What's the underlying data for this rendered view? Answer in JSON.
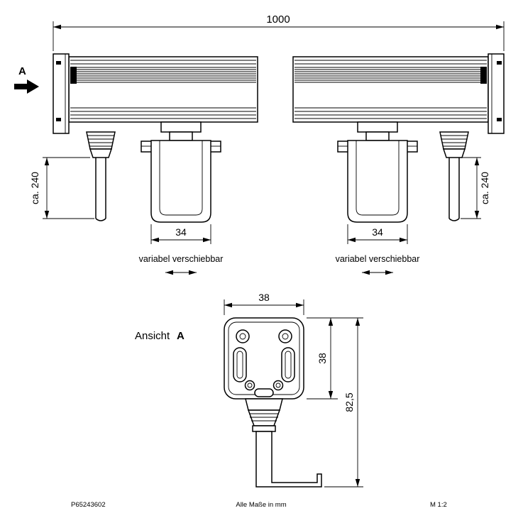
{
  "top_view": {
    "view_arrow_label": "A",
    "dim_overall_length": "1000",
    "dim_cable_left": "ca. 240",
    "dim_cable_right": "ca. 240",
    "dim_bracket_width_left": "34",
    "dim_bracket_width_right": "34",
    "slide_note_left": "variabel verschiebbar",
    "slide_note_right": "variabel verschiebbar"
  },
  "section_view": {
    "caption_prefix": "Ansicht",
    "caption_letter": "A",
    "dim_width": "38",
    "dim_plate_height": "38",
    "dim_total_height": "82,5"
  },
  "footer": {
    "drawing_number": "P65243602",
    "units_note": "Alle Maße in mm",
    "scale": "M 1:2"
  },
  "colors": {
    "line": "#000000",
    "background": "#ffffff"
  }
}
